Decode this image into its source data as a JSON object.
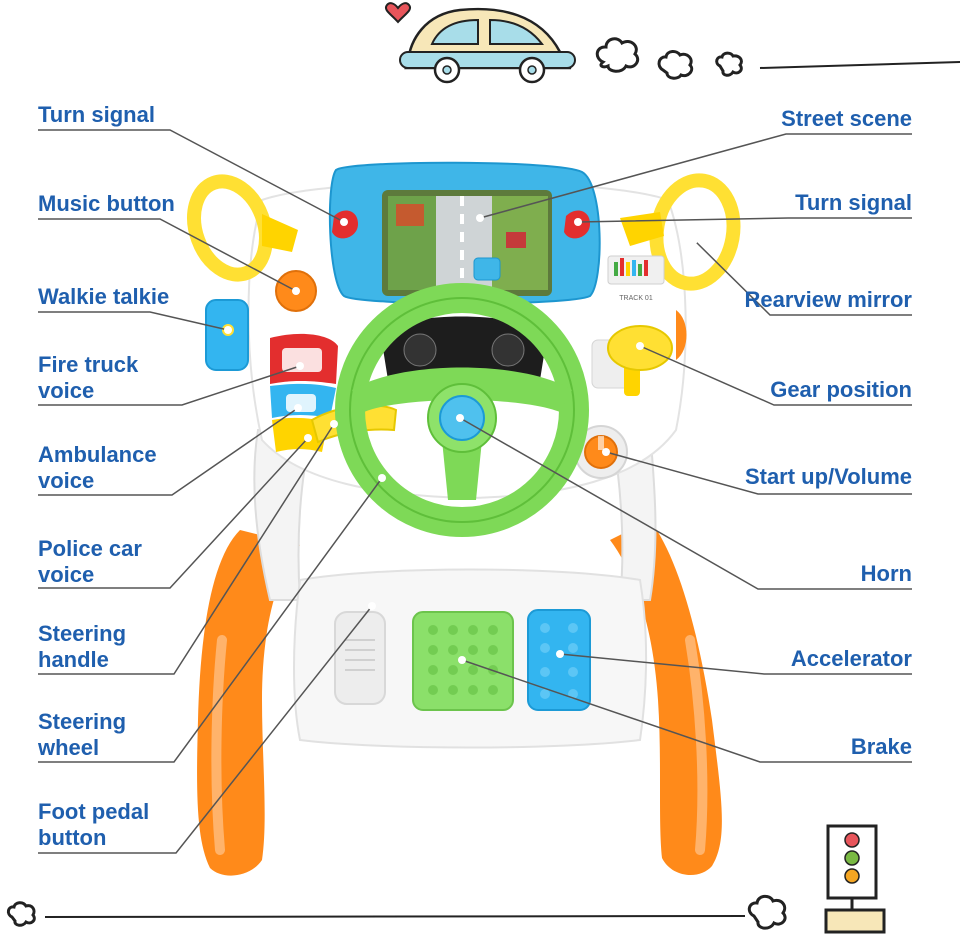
{
  "labels": {
    "left": [
      {
        "id": "turn-signal-left",
        "lines": [
          "Turn signal"
        ]
      },
      {
        "id": "music-button",
        "lines": [
          "Music button"
        ]
      },
      {
        "id": "walkie-talkie",
        "lines": [
          "Walkie talkie"
        ]
      },
      {
        "id": "fire-truck-voice",
        "lines": [
          "Fire truck",
          "voice"
        ]
      },
      {
        "id": "ambulance-voice",
        "lines": [
          "Ambulance",
          "voice"
        ]
      },
      {
        "id": "police-car-voice",
        "lines": [
          "Police car",
          "voice"
        ]
      },
      {
        "id": "steering-handle",
        "lines": [
          "Steering",
          "handle"
        ]
      },
      {
        "id": "steering-wheel",
        "lines": [
          "Steering",
          "wheel"
        ]
      },
      {
        "id": "foot-pedal-button",
        "lines": [
          "Foot pedal",
          "button"
        ]
      }
    ],
    "right": [
      {
        "id": "street-scene",
        "lines": [
          "Street scene"
        ]
      },
      {
        "id": "turn-signal-right",
        "lines": [
          "Turn signal"
        ]
      },
      {
        "id": "rearview-mirror",
        "lines": [
          "Rearview mirror"
        ]
      },
      {
        "id": "gear-position",
        "lines": [
          "Gear position"
        ]
      },
      {
        "id": "start-up-volume",
        "lines": [
          "Start up/Volume"
        ]
      },
      {
        "id": "horn",
        "lines": [
          "Horn"
        ]
      },
      {
        "id": "accelerator",
        "lines": [
          "Accelerator"
        ]
      },
      {
        "id": "brake",
        "lines": [
          "Brake"
        ]
      }
    ]
  },
  "screen_text": "TRACK 01",
  "colors": {
    "label": "#1f5fae",
    "line": "#555555",
    "wheel": "#7ed957",
    "screen_frame": "#3fb6e8",
    "legs": "#ff8a1a",
    "yellow": "#ffe033",
    "pedal_blue": "#33b5f0",
    "pedal_green": "#8be06a",
    "body": "#ffffff"
  },
  "icons": [
    "car-doodle-icon",
    "heart-icon",
    "cloud-icon",
    "traffic-light-icon"
  ]
}
